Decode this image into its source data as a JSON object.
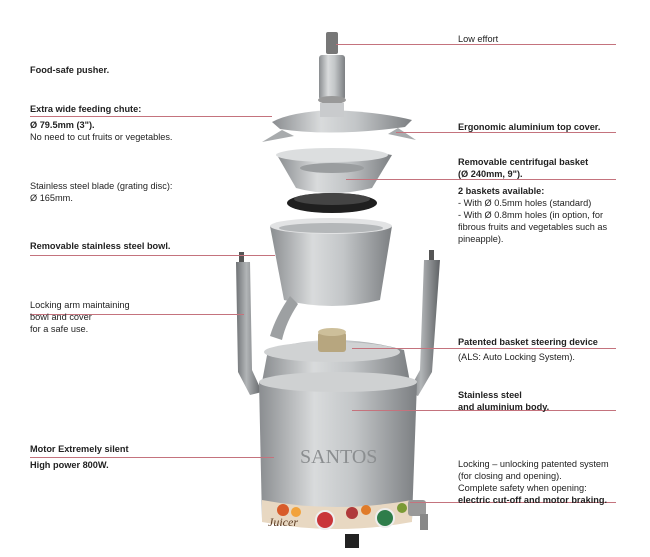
{
  "left": {
    "pusher": "Food-safe pusher.",
    "chute_title": "Extra wide feeding chute:",
    "chute_size": "Ø 79.5mm (3\").",
    "chute_note": "No need to cut fruits or vegetables.",
    "blade_line1": "Stainless steel blade (grating disc):",
    "blade_line2": "Ø 165mm.",
    "bowl": "Removable stainless steel bowl.",
    "arm_line1": "Locking arm maintaining",
    "arm_line2": "bowl and cover",
    "arm_line3": "for a safe use.",
    "motor_line1": "Motor Extremely silent",
    "motor_line2": "High power 800W."
  },
  "right": {
    "effort": "Low effort",
    "cover": "Ergonomic aluminium top cover.",
    "basket_title1": "Removable centrifugal basket",
    "basket_title2": "(Ø 240mm, 9\").",
    "baskets_title": "2 baskets available:",
    "baskets_opt1": "- With Ø 0.5mm holes (standard)",
    "baskets_opt2a": "- With Ø 0.8mm holes (in option, for",
    "baskets_opt2b": "fibrous fruits and vegetables such as",
    "baskets_opt2c": "pineapple).",
    "steering_title": "Patented basket steering device",
    "steering_sub": "(ALS: Auto Locking System).",
    "body_line1": "Stainless steel",
    "body_line2": "and aluminium body.",
    "locking_line1": "Locking – unlocking patented system",
    "locking_line2": "(for closing and opening).",
    "locking_line3": "Complete safety when opening:",
    "locking_line4": "electric cut-off and motor braking."
  },
  "product": {
    "brand": "SANTOS",
    "badge": "Juicer"
  },
  "colors": {
    "leader_line": "#c4737d",
    "metal": "#b9bcbe",
    "dark": "#2a2a2a"
  }
}
